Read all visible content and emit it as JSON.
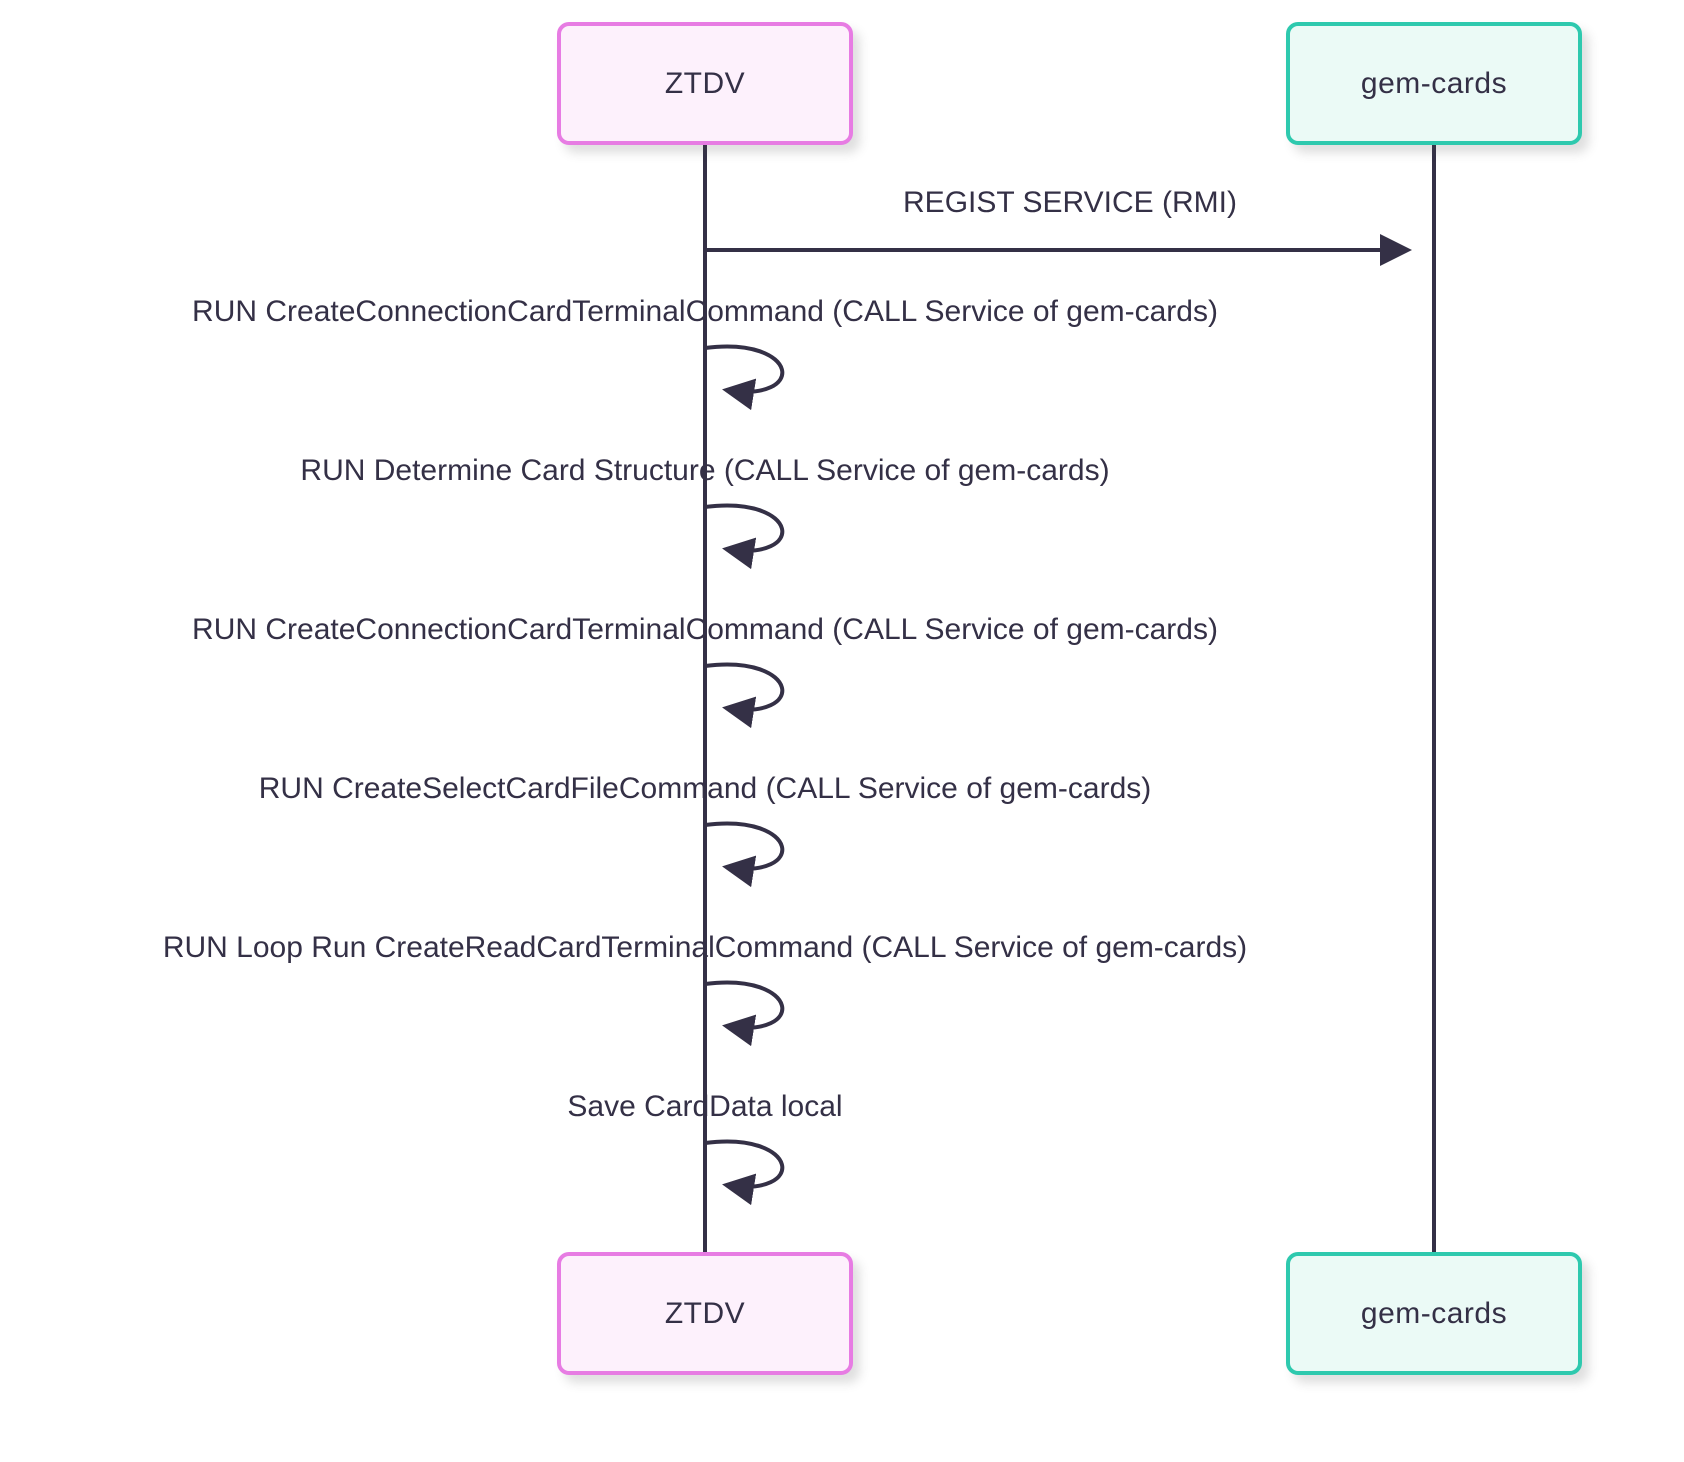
{
  "diagram": {
    "kind": "sequence-diagram",
    "actors": [
      {
        "id": "ztdv",
        "label": "ZTDV",
        "fill_color": "#fdf1fc",
        "border_color": "#e77ce3"
      },
      {
        "id": "gem-cards",
        "label": "gem-cards",
        "fill_color": "#ebfaf6",
        "border_color": "#2ec9ae"
      }
    ],
    "messages": [
      {
        "from": "ztdv",
        "to": "gem-cards",
        "kind": "solid-arrow",
        "label": "REGIST SERVICE (RMI)"
      },
      {
        "from": "ztdv",
        "to": "ztdv",
        "kind": "self-loop",
        "label": "RUN CreateConnectionCardTerminalCommand (CALL Service of gem-cards)"
      },
      {
        "from": "ztdv",
        "to": "ztdv",
        "kind": "self-loop",
        "label": "RUN Determine Card Structure (CALL Service of gem-cards)"
      },
      {
        "from": "ztdv",
        "to": "ztdv",
        "kind": "self-loop",
        "label": "RUN CreateConnectionCardTerminalCommand (CALL Service of gem-cards)"
      },
      {
        "from": "ztdv",
        "to": "ztdv",
        "kind": "self-loop",
        "label": "RUN CreateSelectCardFileCommand (CALL Service of gem-cards)"
      },
      {
        "from": "ztdv",
        "to": "ztdv",
        "kind": "self-loop",
        "label": "RUN Loop Run CreateReadCardTerminalCommand (CALL Service of gem-cards)"
      },
      {
        "from": "ztdv",
        "to": "ztdv",
        "kind": "self-loop",
        "label": "Save CardData local"
      }
    ],
    "colors": {
      "line": "#343046",
      "text": "#343046",
      "background": "#ffffff"
    }
  }
}
